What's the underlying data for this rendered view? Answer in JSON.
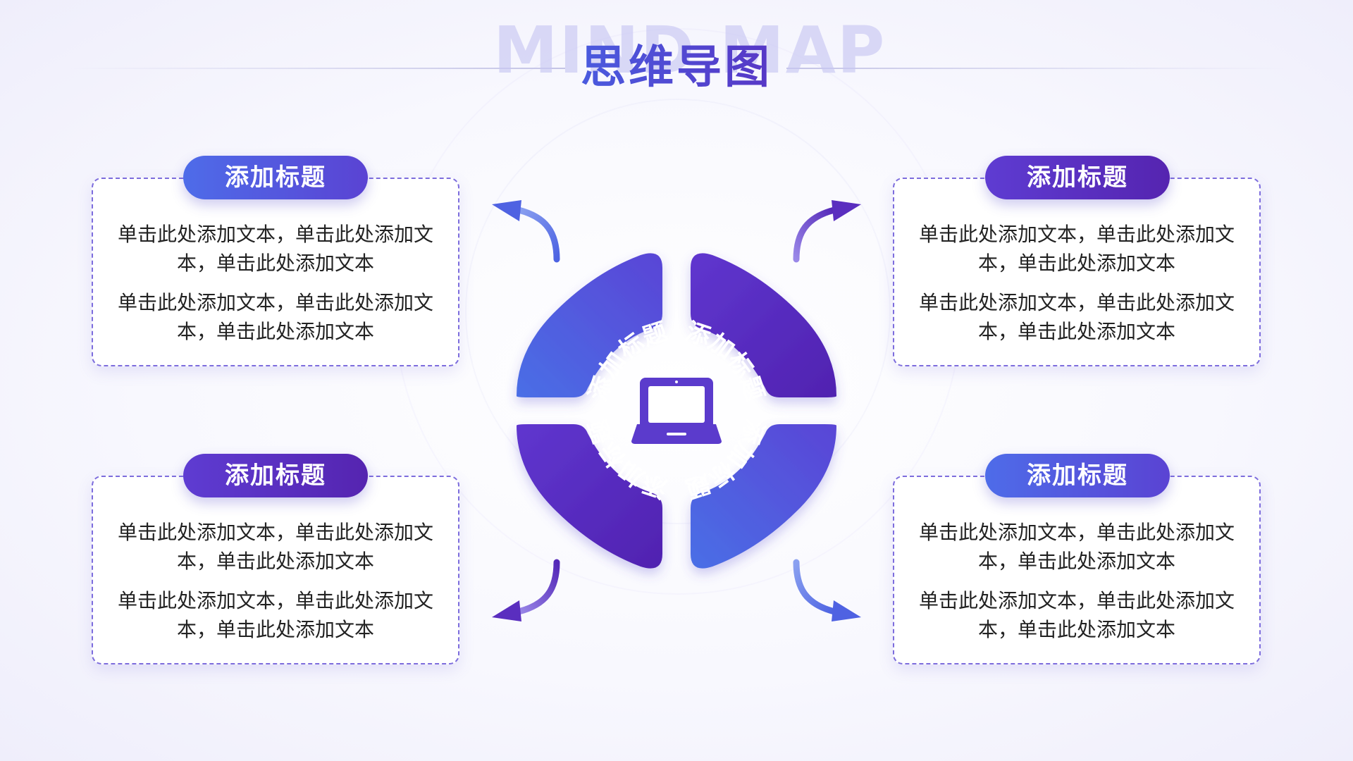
{
  "header": {
    "bg_title": "MIND MAP",
    "title": "思维导图"
  },
  "center": {
    "icon": "laptop-icon",
    "segments": [
      {
        "label": "添加标题"
      },
      {
        "label": "添加标题"
      },
      {
        "label": "添加标题"
      },
      {
        "label": "添加标题"
      }
    ]
  },
  "cards": [
    {
      "title": "添加标题",
      "paragraphs": [
        "单击此处添加文本，单击此处添加文本，单击此处添加文本",
        "单击此处添加文本，单击此处添加文本，单击此处添加文本"
      ]
    },
    {
      "title": "添加标题",
      "paragraphs": [
        "单击此处添加文本，单击此处添加文本，单击此处添加文本",
        "单击此处添加文本，单击此处添加文本，单击此处添加文本"
      ]
    },
    {
      "title": "添加标题",
      "paragraphs": [
        "单击此处添加文本，单击此处添加文本，单击此处添加文本",
        "单击此处添加文本，单击此处添加文本，单击此处添加文本"
      ]
    },
    {
      "title": "添加标题",
      "paragraphs": [
        "单击此处添加文本，单击此处添加文本，单击此处添加文本",
        "单击此处添加文本，单击此处添加文本，单击此处添加文本"
      ]
    }
  ],
  "colors": {
    "blue": "#4e6ce9",
    "purple": "#5524b0",
    "dash": "#7d6ddd"
  }
}
